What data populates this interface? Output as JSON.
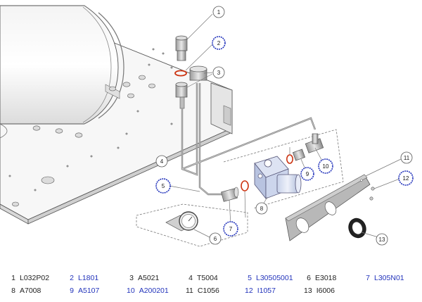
{
  "callouts": [
    {
      "num": "1",
      "highlighted": false
    },
    {
      "num": "2",
      "highlighted": true
    },
    {
      "num": "3",
      "highlighted": false
    },
    {
      "num": "4",
      "highlighted": false
    },
    {
      "num": "5",
      "highlighted": true
    },
    {
      "num": "6",
      "highlighted": false
    },
    {
      "num": "7",
      "highlighted": true
    },
    {
      "num": "8",
      "highlighted": false
    },
    {
      "num": "9",
      "highlighted": true
    },
    {
      "num": "10",
      "highlighted": true
    },
    {
      "num": "11",
      "highlighted": false
    },
    {
      "num": "12",
      "highlighted": true
    },
    {
      "num": "13",
      "highlighted": false
    }
  ],
  "parts": [
    {
      "num": "1",
      "code": "L032P02",
      "highlighted": false
    },
    {
      "num": "2",
      "code": "L1801",
      "highlighted": true
    },
    {
      "num": "3",
      "code": "A5021",
      "highlighted": false
    },
    {
      "num": "4",
      "code": "T5004",
      "highlighted": false
    },
    {
      "num": "5",
      "code": "L30505001",
      "highlighted": true
    },
    {
      "num": "6",
      "code": "E3018",
      "highlighted": false
    },
    {
      "num": "7",
      "code": "L305N01",
      "highlighted": true
    },
    {
      "num": "8",
      "code": "A7008",
      "highlighted": false
    },
    {
      "num": "9",
      "code": "A5107",
      "highlighted": true
    },
    {
      "num": "10",
      "code": "A200201",
      "highlighted": true
    },
    {
      "num": "11",
      "code": "C1056",
      "highlighted": false
    },
    {
      "num": "12",
      "code": "I1057",
      "highlighted": true
    },
    {
      "num": "13",
      "code": "I6006",
      "highlighted": false
    }
  ],
  "colors": {
    "highlight_ring": "#2233bb",
    "highlight_text": "#2233bb",
    "normal_text": "#222222",
    "oring": "#cc3311"
  }
}
